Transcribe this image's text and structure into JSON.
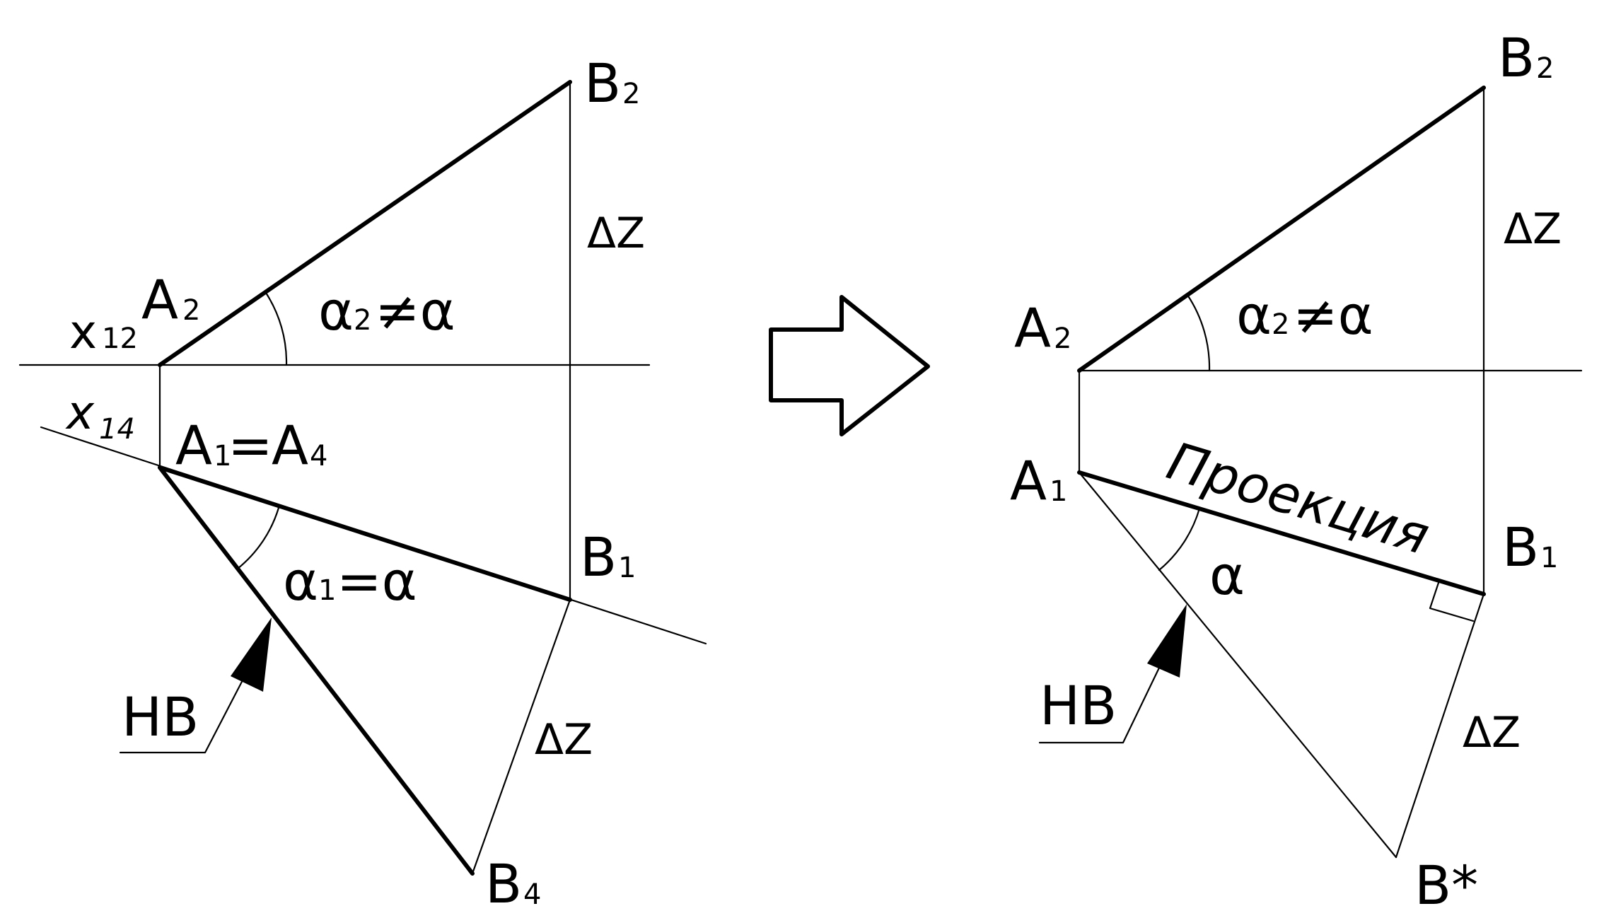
{
  "left_view": {
    "axis_x12": {
      "main": "x",
      "sub": "12"
    },
    "axis_x14": {
      "main": "x",
      "sub": "14"
    },
    "point_a2": {
      "main": "A",
      "sub": "2"
    },
    "point_b2": {
      "main": "B",
      "sub": "2"
    },
    "point_b1": {
      "main": "B",
      "sub": "1"
    },
    "point_b4": {
      "main": "B",
      "sub": "4"
    },
    "point_a1_a4": {
      "a": "A",
      "a_sub": "1",
      "eq": "=",
      "b": "A",
      "b_sub": "4"
    },
    "angle_a2": {
      "alpha": "α",
      "sub": "2",
      "rel": "≠α"
    },
    "angle_a1": {
      "alpha": "α",
      "sub": "1",
      "rel": "=α"
    },
    "delta_z_top": "ΔZ",
    "delta_z_bottom": "ΔZ",
    "true_length_label": "HB"
  },
  "right_view": {
    "point_a2": {
      "main": "A",
      "sub": "2"
    },
    "point_b2": {
      "main": "B",
      "sub": "2"
    },
    "point_a1": {
      "main": "A",
      "sub": "1"
    },
    "point_b1": {
      "main": "B",
      "sub": "1"
    },
    "point_bstar": "B*",
    "angle_a2": {
      "alpha": "α",
      "sub": "2",
      "rel": "≠α"
    },
    "angle_alpha": "α",
    "delta_z_top": "ΔZ",
    "delta_z_bottom": "ΔZ",
    "projection_label": "Проекция",
    "true_length_label": "HB"
  },
  "transition": {
    "arrow_icon": "right-arrow-outline-icon"
  }
}
